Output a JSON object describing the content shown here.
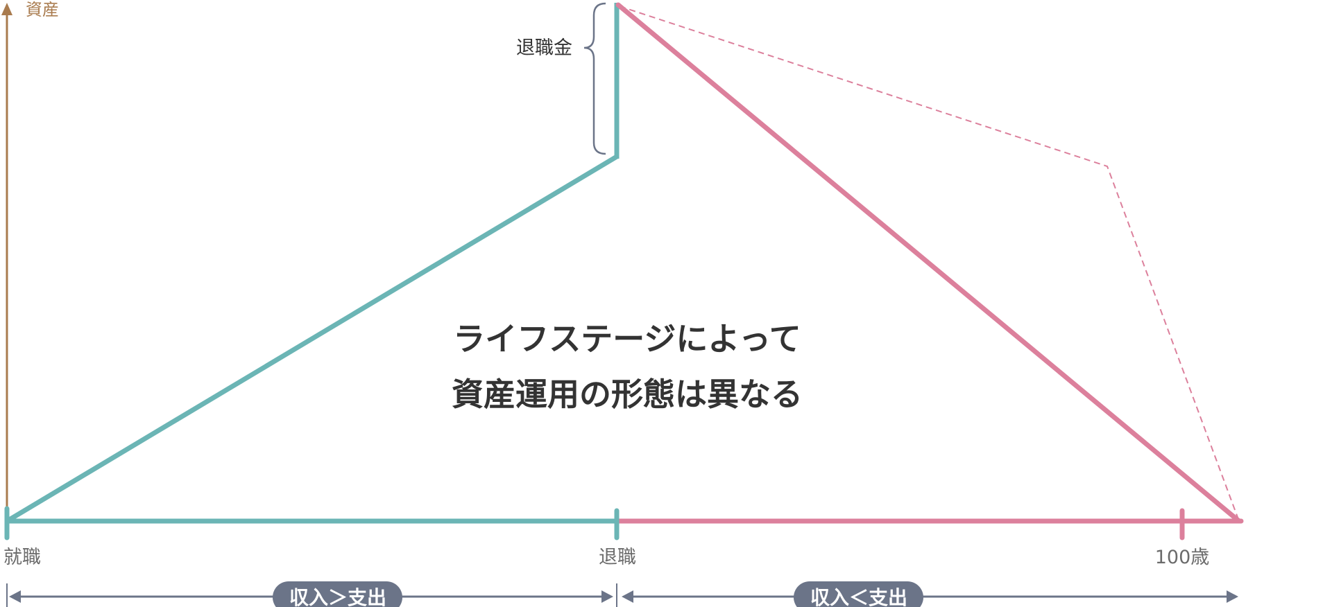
{
  "axis_label": "資産",
  "bonus_label": "退職金",
  "title_lines": [
    "ライフステージによって",
    "資産運用の形態は異なる"
  ],
  "ticks": {
    "start": "就職",
    "retire": "退職",
    "end": "100歳"
  },
  "phases": [
    {
      "label": "収入＞支出"
    },
    {
      "label": "収入＜支出"
    }
  ],
  "colors": {
    "accumulation": "#6bb5b5",
    "decumulation": "#dc809c",
    "axis": "#a97b4e",
    "phase_arrow": "#6b7488",
    "text_dark": "#333333",
    "text_gray": "#6b6b6b"
  }
}
